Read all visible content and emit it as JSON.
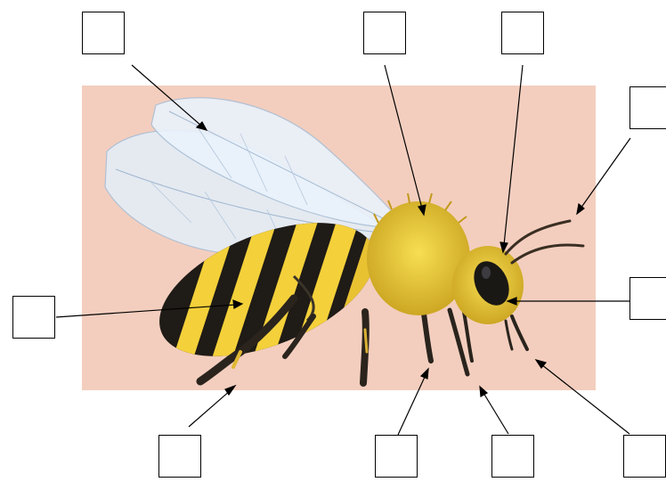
{
  "diagram": {
    "subject": "honey bee",
    "colors": {
      "background": "#f2c9b8",
      "body_yellow": "#f4d03a",
      "body_black": "#1f1b16",
      "wing": "#dfe9f4",
      "line": "#000000"
    },
    "labels": [
      {
        "id": "wings",
        "answer": ""
      },
      {
        "id": "thorax",
        "answer": ""
      },
      {
        "id": "head",
        "answer": ""
      },
      {
        "id": "antennae",
        "answer": ""
      },
      {
        "id": "eye",
        "answer": ""
      },
      {
        "id": "abdomen",
        "answer": ""
      },
      {
        "id": "hind-leg",
        "answer": ""
      },
      {
        "id": "middle-leg",
        "answer": ""
      },
      {
        "id": "front-leg",
        "answer": ""
      },
      {
        "id": "mouthparts",
        "answer": ""
      }
    ]
  }
}
